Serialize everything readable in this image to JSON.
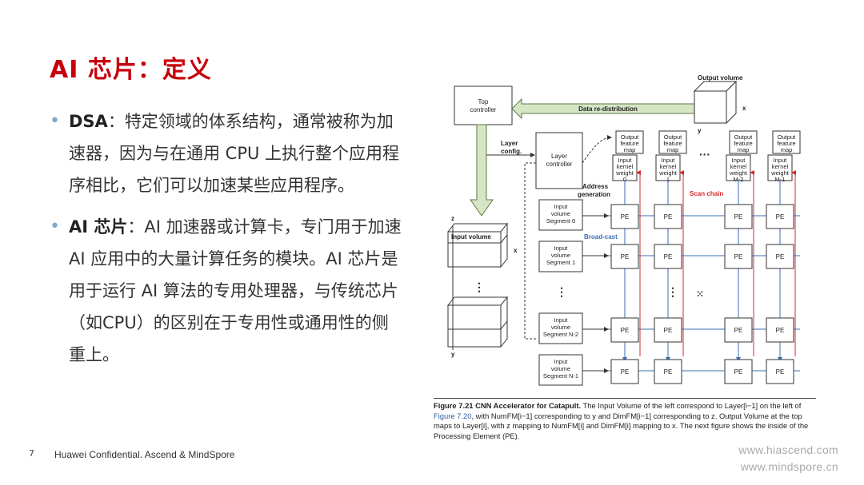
{
  "title": "AI 芯片：定义",
  "bullets": [
    {
      "term": "DSA",
      "sep": "：",
      "text": "特定领域的体系结构，通常被称为加速器，因为与在通用 CPU 上执行整个应用程序相比，它们可以加速某些应用程序。"
    },
    {
      "term": "AI 芯片",
      "sep": "：",
      "text": "AI 加速器或计算卡，专门用于加速 AI 应用中的大量计算任务的模块。AI 芯片是用于运行 AI 算法的专用处理器，与传统芯片（如CPU）的区别在于专用性或通用性的侧重上。"
    }
  ],
  "footer": {
    "page": "7",
    "text": "Huawei Confidential. Ascend & MindSpore"
  },
  "links": [
    "www.hiascend.com",
    "www.mindspore.cn"
  ],
  "diagram": {
    "top_controller": "Top controller",
    "output_volume": "Output volume",
    "data_redistribution": "Data re-distribution",
    "layer_config": "Layer config.",
    "layer_controller": "Layer controller",
    "address_generation": "Address generation",
    "scan_chain": "Scan chain",
    "broadcast": "Broad-cast",
    "input_volume": "Input volume",
    "pe": "PE",
    "output_map_label": "Output feature map",
    "kernel_labels": [
      "Input kernel weight 0",
      "Input kernel weight 1",
      "Input kernel weight M-2",
      "Input kernel weight M-1"
    ],
    "segments": [
      "Input volume Segment 0",
      "Input volume Segment 1",
      "Input volume Segment N-2",
      "Input volume Segment N-1"
    ],
    "axes": {
      "x": "x",
      "y": "y",
      "z": "z"
    }
  },
  "caption": {
    "number": "Figure 7.21",
    "title": "CNN Accelerator for Catapult.",
    "part1": "The Input Volume of the left correspond to Layer[i−1] on the left of",
    "link": "Figure 7.20",
    "part2": ", with NumFM[i−1] corresponding to y and DimFM[i−1] corresponding to z. Output Volume at the top maps to Layer[i], with z mapping to NumFM[i] and DimFM[i] mapping to x. The next figure shows the inside of the Processing Element (PE)."
  }
}
